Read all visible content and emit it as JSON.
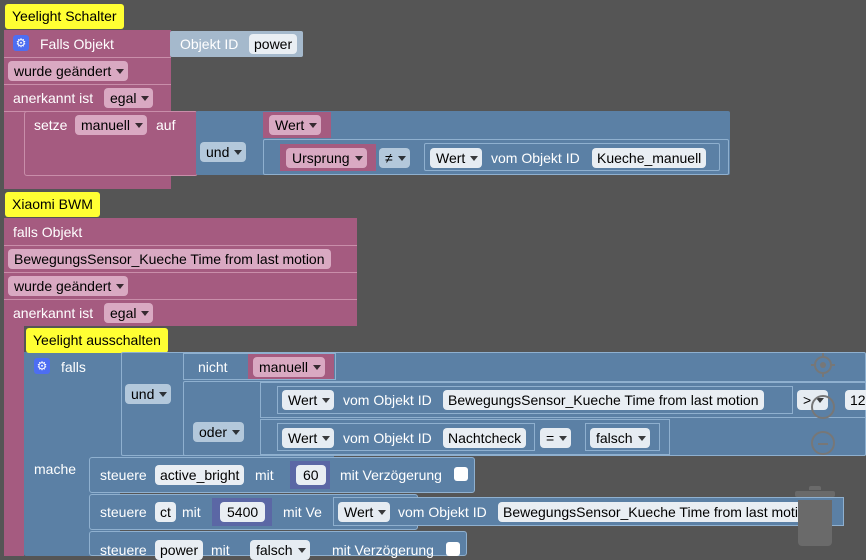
{
  "colors": {
    "event_block": "#a55b80",
    "logic_block": "#5b80a5",
    "comment": "#ffff33",
    "workspace": "#555555"
  },
  "block1": {
    "comment": "Yeelight Schalter",
    "falls_label": "Falls Objekt",
    "object_id_label": "Objekt ID",
    "object_id_value": "power",
    "trigger": "wurde geändert",
    "ack_label": "anerkannt ist",
    "ack_value": "egal",
    "setze_label": "setze",
    "var_name": "manuell",
    "auf_label": "auf",
    "wert": "Wert",
    "und": "und",
    "ursprung": "Ursprung",
    "neq": "≠",
    "wert2": "Wert",
    "vom_objekt_id": "vom Objekt ID",
    "object_id2": "Kueche_manuell"
  },
  "block2": {
    "comment": "Xiaomi BWM",
    "falls_label": "falls Objekt",
    "object": "BewegungsSensor_Kueche Time from last motion",
    "trigger": "wurde geändert",
    "ack_label": "anerkannt ist",
    "ack_value": "egal"
  },
  "block3": {
    "comment": "Yeelight ausschalten",
    "falls": "falls",
    "nicht": "nicht",
    "nicht_var": "manuell",
    "und": "und",
    "wert1": "Wert",
    "vom_objekt_id1": "vom Objekt ID",
    "object1": "BewegungsSensor_Kueche Time from last motion",
    "cmp1": ">",
    "num1": "12",
    "oder": "oder",
    "wert2": "Wert",
    "vom_objekt_id2": "vom Objekt ID",
    "object2": "Nachtcheck",
    "cmp2": "=",
    "bool2": "falsch",
    "mache": "mache",
    "steuere1": "steuere",
    "target1": "active_bright",
    "mit1": "mit",
    "value1": "60",
    "delay1": "mit Verzögerung",
    "steuere2": "steuere",
    "target2": "ct",
    "mit2": "mit",
    "value2": "5400",
    "delay2": "mit Ve",
    "wert3": "Wert",
    "vom_objekt_id3": "vom Objekt ID",
    "object3": "BewegungsSensor_Kueche Time from last motion",
    "steuere3": "steuere",
    "target3": "power",
    "mit3": "mit",
    "value3": "falsch",
    "delay3": "mit Verzögerung"
  },
  "controls": {
    "recenter_icon": "crosshair-icon",
    "zoom_in_icon": "plus-icon",
    "zoom_out_icon": "minus-icon",
    "trash_icon": "trash-icon"
  }
}
